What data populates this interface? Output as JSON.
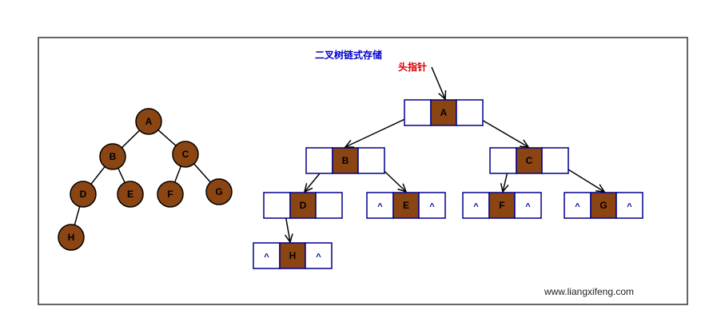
{
  "title": "二叉树链式存储",
  "head_pointer_label": "头指针",
  "watermark": "www.liangxifeng.com",
  "null_symbol": "^",
  "colors": {
    "node_fill": "#8B4513",
    "node_stroke": "#000000",
    "box_stroke": "#00008B",
    "title_color": "#0000CC",
    "pointer_label_color": "#DD0000",
    "edge_color": "#000000",
    "frame_color": "#333333",
    "watermark_color": "#222222"
  },
  "tree": {
    "nodes": [
      "A",
      "B",
      "C",
      "D",
      "E",
      "F",
      "G",
      "H"
    ],
    "edges": [
      [
        "A",
        "B"
      ],
      [
        "A",
        "C"
      ],
      [
        "B",
        "D"
      ],
      [
        "B",
        "E"
      ],
      [
        "C",
        "F"
      ],
      [
        "C",
        "G"
      ],
      [
        "D",
        "H"
      ]
    ]
  },
  "linked": {
    "nodes": [
      {
        "label": "A",
        "left": "",
        "right": ""
      },
      {
        "label": "B",
        "left": "",
        "right": ""
      },
      {
        "label": "C",
        "left": "",
        "right": ""
      },
      {
        "label": "D",
        "left": "",
        "right": ""
      },
      {
        "label": "E",
        "left": "^",
        "right": "^"
      },
      {
        "label": "F",
        "left": "^",
        "right": "^"
      },
      {
        "label": "G",
        "left": "^",
        "right": "^"
      },
      {
        "label": "H",
        "left": "^",
        "right": "^"
      }
    ],
    "links": [
      [
        "A",
        "B"
      ],
      [
        "A",
        "C"
      ],
      [
        "B",
        "D"
      ],
      [
        "B",
        "E"
      ],
      [
        "C",
        "F"
      ],
      [
        "C",
        "G"
      ],
      [
        "D",
        "H"
      ]
    ]
  }
}
